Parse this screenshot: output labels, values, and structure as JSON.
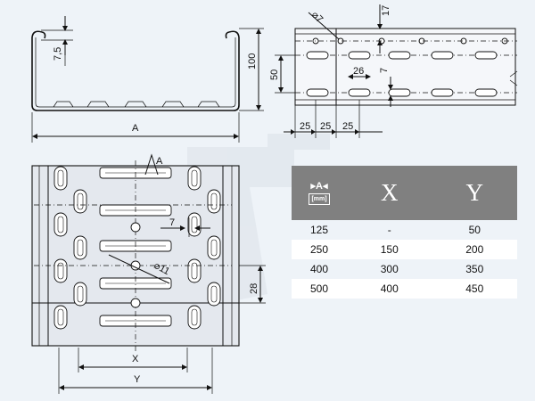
{
  "dimensions": {
    "flange_height": "7,5",
    "side_height": "100",
    "width_label": "A",
    "hole_diameter_small": "⌀7",
    "top_offset": "17",
    "slot_height": "50",
    "slot_length": "26",
    "slot_width": "7",
    "pitch_1": "25",
    "pitch_2": "25",
    "pitch_3": "25",
    "bottom_slot_width": "7",
    "hole_diameter_large": "⌀11",
    "slot_pitch": "28",
    "x_label": "X",
    "y_label": "Y",
    "a_marker": "A"
  },
  "table": {
    "header_a_symbol": "▸A◂",
    "header_a_unit": "[mm]",
    "header_x": "X",
    "header_y": "Y",
    "rows": [
      {
        "a": "125",
        "x": "-",
        "y": "50"
      },
      {
        "a": "250",
        "x": "150",
        "y": "200"
      },
      {
        "a": "400",
        "x": "300",
        "y": "350"
      },
      {
        "a": "500",
        "x": "400",
        "y": "450"
      }
    ]
  },
  "colors": {
    "background": "#eef3f8",
    "table_header": "#808080",
    "line": "#111111"
  }
}
